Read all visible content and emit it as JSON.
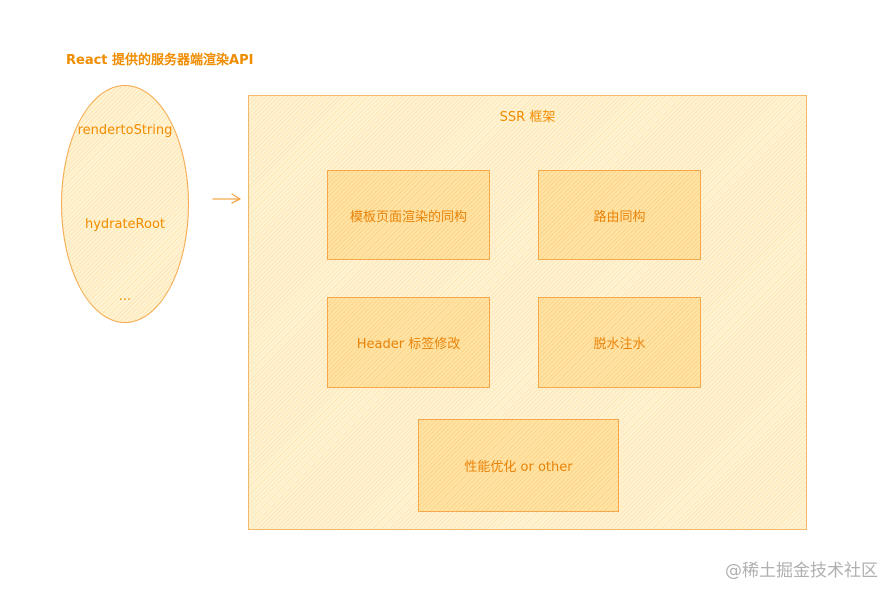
{
  "diagram": {
    "caption": "React 提供的服务器端渲染API",
    "api_list": {
      "items": [
        "rendertoString",
        "hydrateRoot",
        "..."
      ]
    },
    "frame": {
      "title": "SSR 框架",
      "boxes": [
        {
          "label": "模板页面渲染的同构"
        },
        {
          "label": "路由同构"
        },
        {
          "label": "Header 标签修改"
        },
        {
          "label": "脱水注水"
        },
        {
          "label": "性能优化 or other"
        }
      ]
    },
    "arrow": {
      "direction": "right",
      "from": "api_list",
      "to": "frame"
    },
    "colors": {
      "accent": "#f08c00",
      "stroke": "#f5a84a",
      "fill_light": "#fff3d6",
      "fill_box": "#ffe4a6"
    }
  },
  "watermark": "@稀土掘金技术社区"
}
